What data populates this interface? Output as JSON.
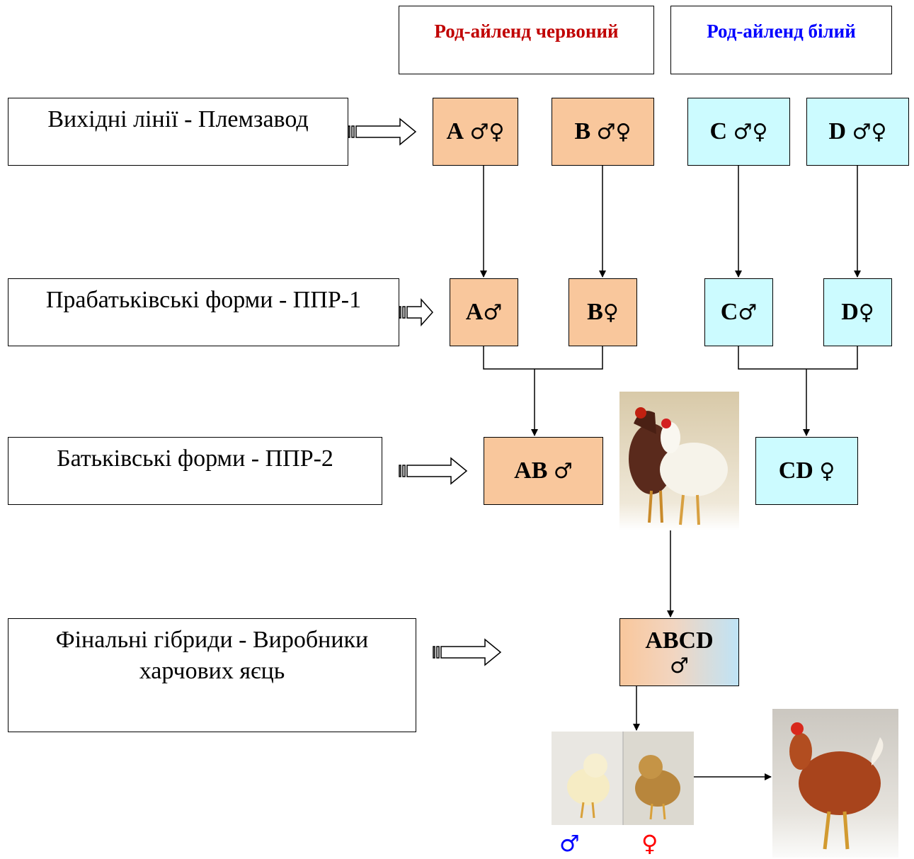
{
  "headers": {
    "red": {
      "text": "Род-айленд червоний",
      "color": "#c00000"
    },
    "white": {
      "text": "Род-айленд білий",
      "color": "#0000ff"
    }
  },
  "levels": {
    "lines": "Вихідні лінії - Племзавод",
    "ppr1": "Прабатьківські форми - ППР-1",
    "ppr2": "Батьківські форми - ППР-2",
    "final": "Фінальні гібриди - Виробники харчових яєць"
  },
  "nodes": {
    "A": {
      "letter": "A",
      "sex": "♂♀"
    },
    "B": {
      "letter": "B",
      "sex": "♂♀"
    },
    "C": {
      "letter": "C",
      "sex": "♂♀"
    },
    "D": {
      "letter": "D",
      "sex": "♂♀"
    },
    "A2": {
      "letter": "A",
      "sex": "♂"
    },
    "B2": {
      "letter": "B",
      "sex": "♀"
    },
    "C2": {
      "letter": "C",
      "sex": "♂"
    },
    "D2": {
      "letter": "D",
      "sex": "♀"
    },
    "AB": {
      "letter": "AB",
      "sex": "♂"
    },
    "CD": {
      "letter": "CD",
      "sex": "♀"
    },
    "ABCD": {
      "letter": "ABCD",
      "sex": "♂"
    }
  },
  "chick_sex": {
    "male": "♂",
    "female": "♀",
    "male_color": "#0000ff",
    "female_color": "#ff0000"
  },
  "colors": {
    "red_line": "#f9c79c",
    "white_line": "#ccfbff"
  }
}
